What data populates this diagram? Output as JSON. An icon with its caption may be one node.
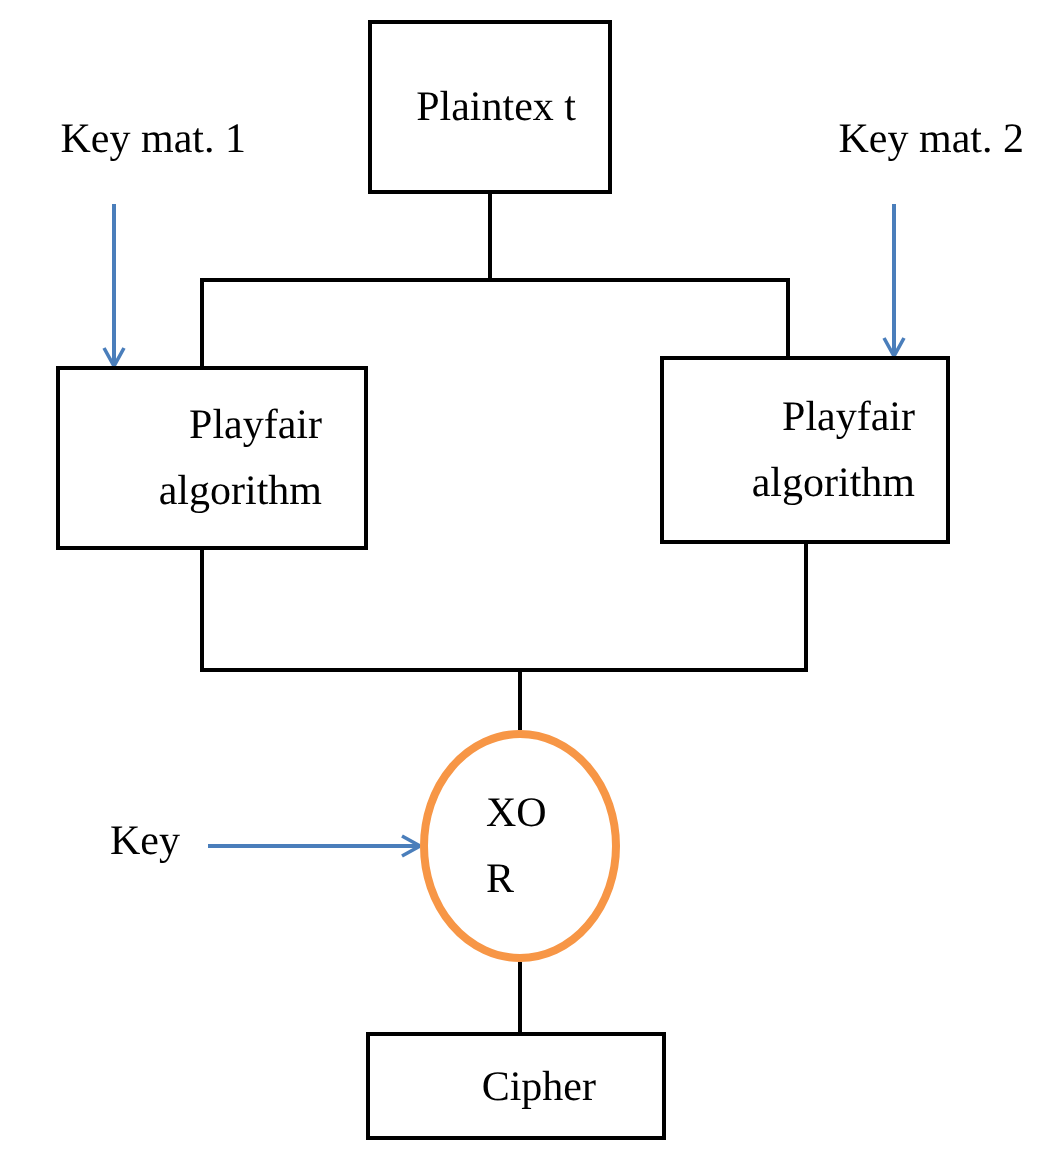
{
  "diagram": {
    "nodes": [
      {
        "text": [
          "Plaintex t"
        ]
      },
      {
        "text": [
          "Key mat. 1"
        ]
      },
      {
        "text": [
          "Key mat. 2"
        ]
      },
      {
        "text": [
          "Playfair algorithm"
        ]
      },
      {
        "text": [
          "Playfair algorithm"
        ]
      },
      {
        "text": [
          "Key"
        ]
      },
      {
        "text": [
          "XO R"
        ]
      },
      {
        "text": [
          "Cipher"
        ]
      }
    ],
    "edges": [
      {
        "from": 0,
        "to": 3,
        "arrow": "none"
      },
      {
        "from": 0,
        "to": 4,
        "arrow": "none"
      },
      {
        "from": 1,
        "to": 3,
        "arrow": "to",
        "color": "#4a7ebb"
      },
      {
        "from": 2,
        "to": 4,
        "arrow": "to",
        "color": "#4a7ebb"
      },
      {
        "from": 3,
        "to": 6,
        "arrow": "none"
      },
      {
        "from": 4,
        "to": 6,
        "arrow": "none"
      },
      {
        "from": 5,
        "to": 6,
        "arrow": "to",
        "color": "#4a7ebb"
      },
      {
        "from": 6,
        "to": 7,
        "arrow": "none"
      }
    ]
  }
}
